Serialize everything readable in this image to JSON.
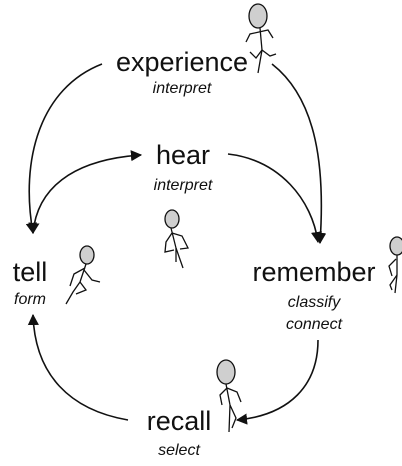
{
  "nodes": {
    "experience": {
      "label": "experience",
      "subs": [
        "interpret"
      ]
    },
    "hear": {
      "label": "hear",
      "subs": [
        "interpret"
      ]
    },
    "tell": {
      "label": "tell",
      "subs": [
        "form"
      ]
    },
    "remember": {
      "label": "remember",
      "subs": [
        "classify",
        "connect"
      ]
    },
    "recall": {
      "label": "recall",
      "subs": [
        "select"
      ]
    }
  },
  "colors": {
    "line": "#111111",
    "figure_head": "#cfcfcf"
  },
  "icons": [
    "stick-figure-icon"
  ]
}
